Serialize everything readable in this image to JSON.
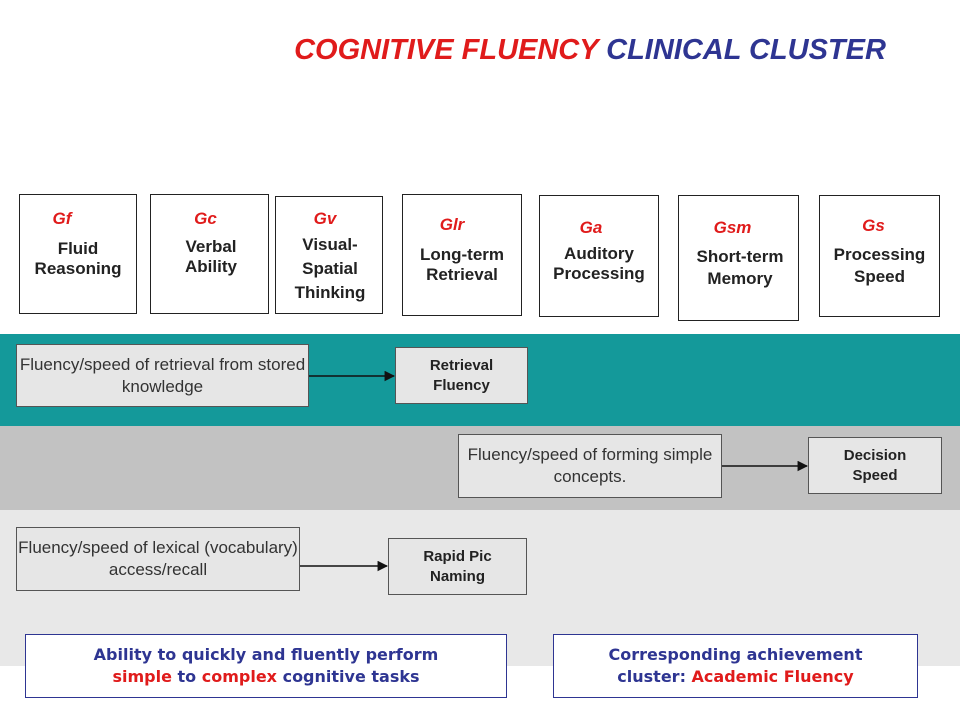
{
  "title": {
    "part1": "COGNITIVE FLUENCY",
    "part2": "CLINICAL CLUSTER"
  },
  "abilities": [
    {
      "code": "Gf",
      "label": "Fluid Reasoning"
    },
    {
      "code": "Gc",
      "label": "Verbal Ability"
    },
    {
      "code": "Gv",
      "label": "Visual- Spatial Thinking"
    },
    {
      "code": "Glr",
      "label": "Long-term Retrieval"
    },
    {
      "code": "Ga",
      "label": "Auditory Processing"
    },
    {
      "code": "Gsm",
      "label": "Short-term Memory"
    },
    {
      "code": "Gs",
      "label": "Processing Speed"
    }
  ],
  "rows": [
    {
      "description": "Fluency/speed of retrieval from stored knowledge",
      "target": "Retrieval Fluency"
    },
    {
      "description": "Fluency/speed of forming simple concepts.",
      "target": "Decision Speed"
    },
    {
      "description": "Fluency/speed of lexical (vocabulary) access/recall",
      "target": "Rapid Pic Naming"
    }
  ],
  "notes": {
    "left": {
      "line1": "Ability to quickly and fluently perform",
      "w_simple": "simple",
      "w_to": "to",
      "w_complex": "complex",
      "w_rest": "cognitive tasks"
    },
    "right": {
      "line1": "Corresponding achievement",
      "prefix": "cluster:",
      "highlight": "Academic Fluency"
    }
  },
  "colors": {
    "red": "#e01b1b",
    "navy": "#2e3592",
    "teal": "#14999a",
    "grey": "#c2c2c2"
  }
}
